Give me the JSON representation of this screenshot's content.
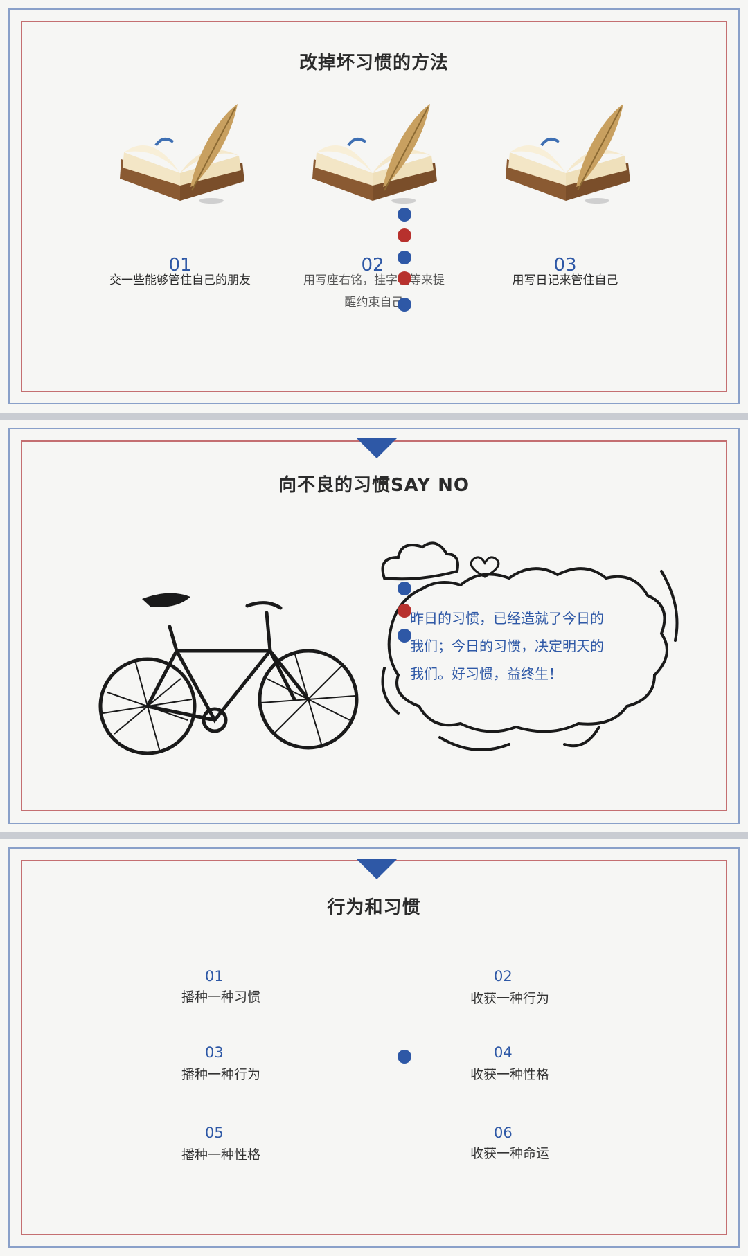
{
  "slide1": {
    "title": "改掉坏习惯的方法",
    "items": [
      {
        "num": "01",
        "text": "交一些能够管住自己的朋友"
      },
      {
        "num": "02",
        "text_line1": "用写座右铭，挂字幅等来提",
        "text_line2": "醒约束自己"
      },
      {
        "num": "03",
        "text": "用写日记来管住自己"
      }
    ]
  },
  "slide2": {
    "title": "向不良的习惯SAY NO",
    "bubble_lines": [
      "昨日的习惯，已经造就了今日的",
      "我们；今日的习惯，决定明天的",
      "我们。好习惯，益终生！"
    ]
  },
  "slide3": {
    "title": "行为和习惯",
    "items": [
      {
        "num": "01",
        "label": "播种一种习惯"
      },
      {
        "num": "02",
        "label": "收获一种行为"
      },
      {
        "num": "03",
        "label": "播种一种行为"
      },
      {
        "num": "04",
        "label": "收获一种性格"
      },
      {
        "num": "05",
        "label": "播种一种性格"
      },
      {
        "num": "06",
        "label": "收获一种命运"
      }
    ]
  },
  "colors": {
    "accent_blue": "#2e58a6",
    "accent_red": "#b7312d",
    "frame_red": "#c46f71",
    "frame_blue": "#8aa0c9"
  },
  "icons": [
    "open-book-quill-icon",
    "bicycle-illustration",
    "cloud-bubble-illustration",
    "heart-doodle-icon",
    "chevron-down-icon"
  ]
}
